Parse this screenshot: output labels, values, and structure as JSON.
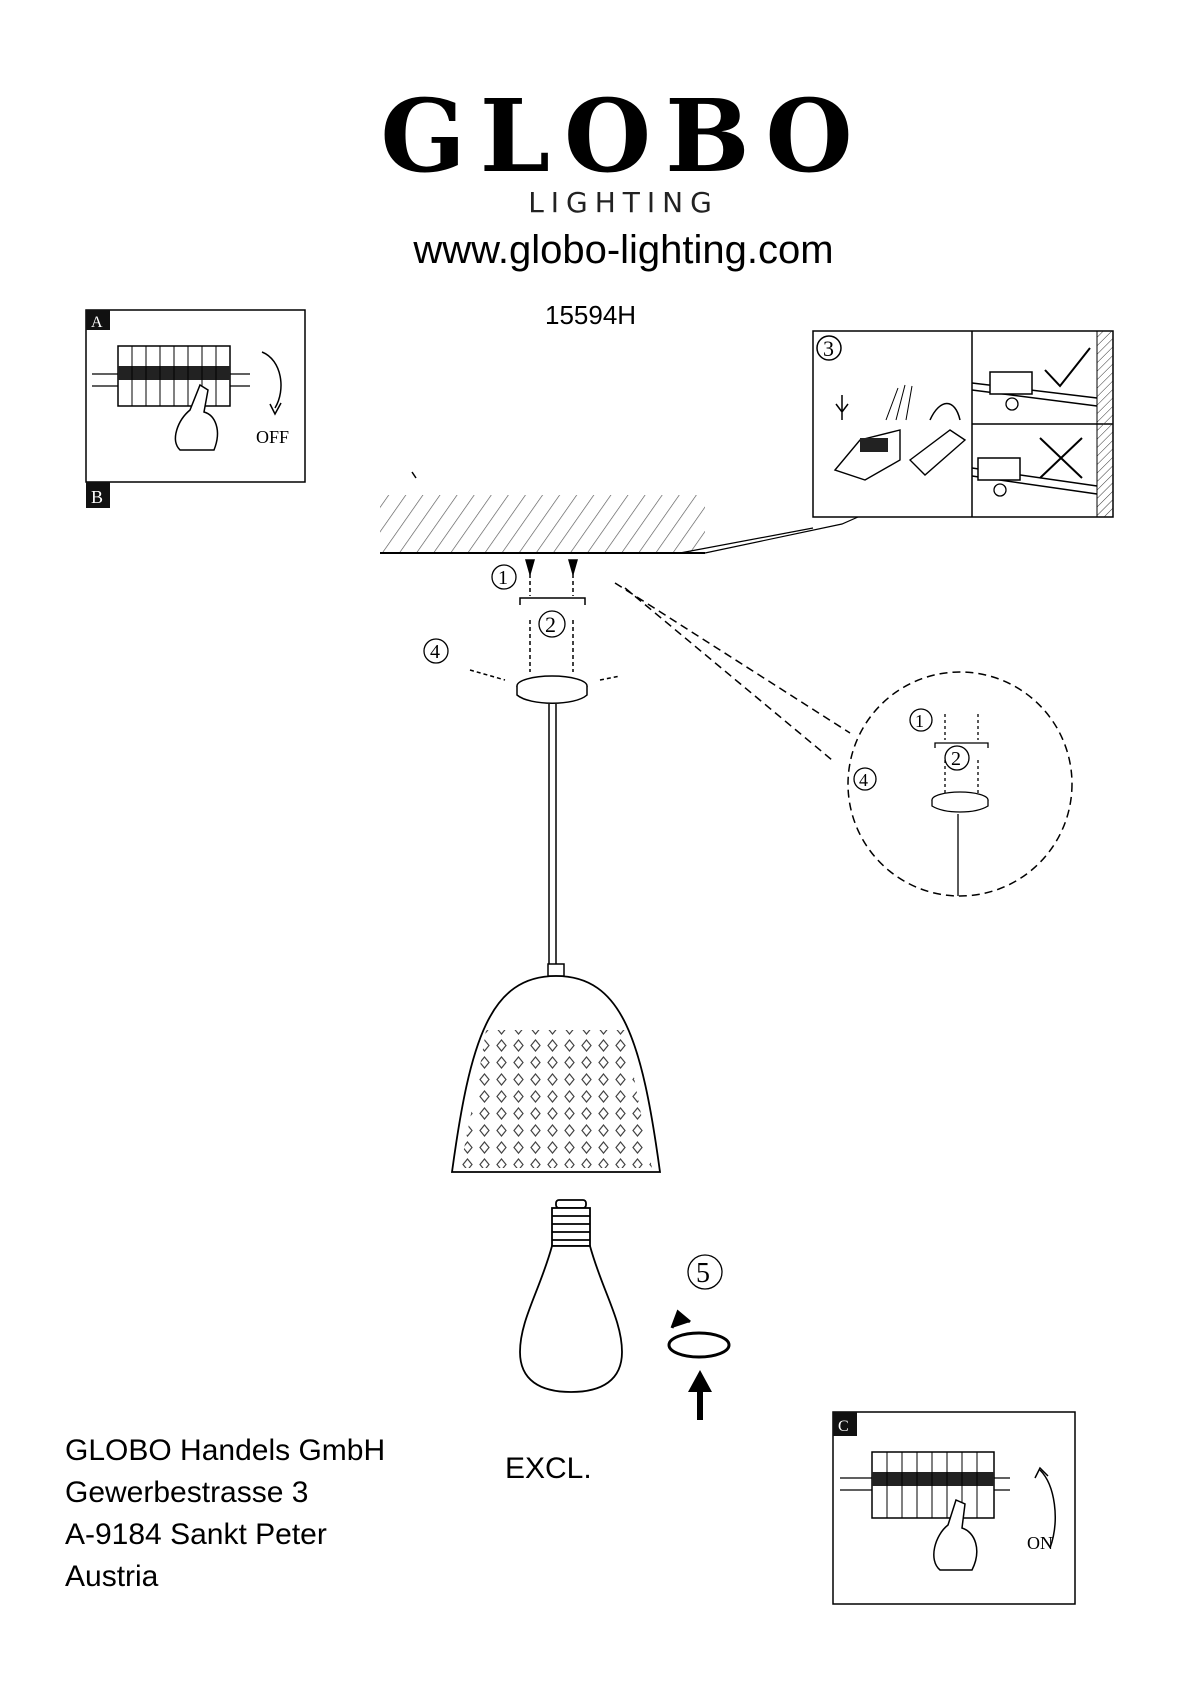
{
  "brand": {
    "name": "GLOBO",
    "tagline": "LIGHTING",
    "website": "www.globo-lighting.com"
  },
  "product": {
    "model": "15594H"
  },
  "panels": {
    "a": {
      "corner_top": "A",
      "corner_bottom": "B",
      "caption": "OFF"
    },
    "c": {
      "corner_top": "C",
      "caption": "ON"
    }
  },
  "steps": {
    "one": "1",
    "two": "2",
    "three": "3",
    "four": "4",
    "five": "5"
  },
  "bulb_note": "EXCL.",
  "company": {
    "line1": "GLOBO Handels GmbH",
    "line2": "Gewerbestrasse 3",
    "line3": "A-9184 Sankt Peter",
    "line4": "Austria"
  },
  "icons": [
    "checkmark-icon",
    "cross-icon",
    "rotate-icon",
    "arrow-up-icon",
    "hand-icon",
    "circuit-breaker-icon"
  ]
}
